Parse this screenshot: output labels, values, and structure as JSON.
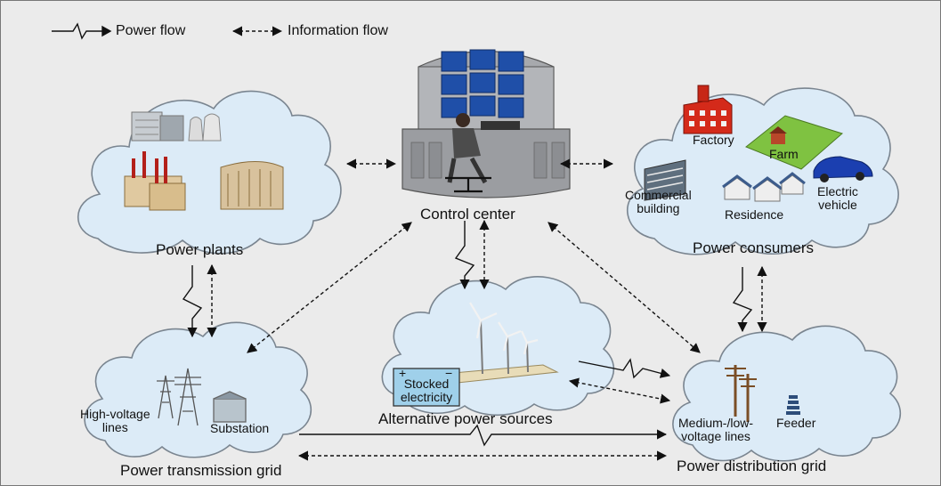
{
  "legend": {
    "power_flow": "Power flow",
    "information_flow": "Information flow"
  },
  "nodes": {
    "control_center": "Control center",
    "power_plants": "Power plants",
    "power_consumers": "Power consumers",
    "alternative_sources": "Alternative power sources",
    "transmission_grid": "Power transmission grid",
    "distribution_grid": "Power distribution grid"
  },
  "consumers": {
    "factory": "Factory",
    "farm": "Farm",
    "commercial_line1": "Commercial",
    "commercial_line2": "building",
    "residence": "Residence",
    "ev_line1": "Electric",
    "ev_line2": "vehicle"
  },
  "transmission": {
    "hv_line1": "High-voltage",
    "hv_line2": "lines",
    "substation": "Substation"
  },
  "distribution": {
    "mv_line1": "Medium-/low-",
    "mv_line2": "voltage lines",
    "feeder": "Feeder"
  },
  "battery": {
    "plus": "+",
    "minus": "−",
    "line1": "Stocked",
    "line2": "electricity"
  },
  "colors": {
    "background": "#ebebeb",
    "cloud_fill": "#dcebf7",
    "cloud_stroke": "#7a8590",
    "screen_blue": "#1f4fa8",
    "factory_red": "#d42a1a",
    "farm_green": "#7fc241",
    "car_blue": "#1b3fb0"
  }
}
